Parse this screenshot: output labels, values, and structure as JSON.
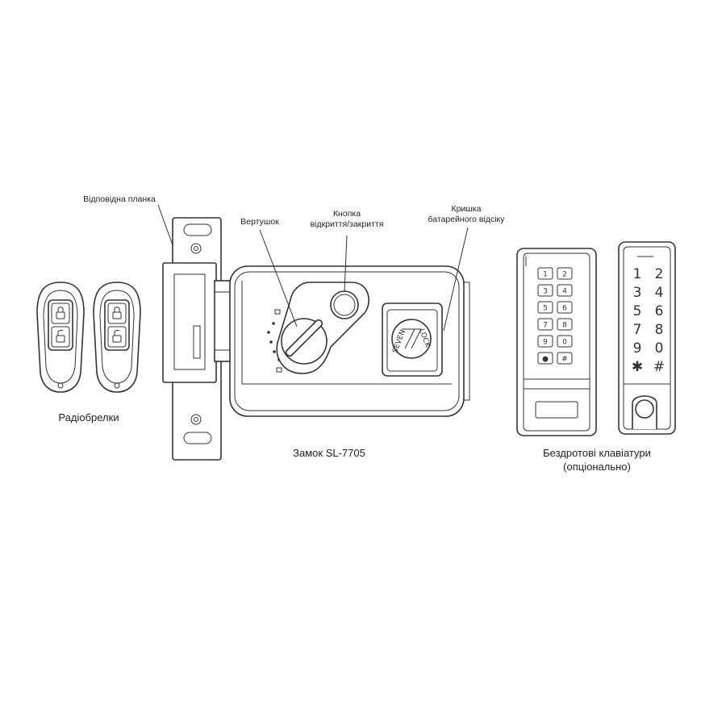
{
  "labels": {
    "strike_plate": "Відповідна планка",
    "knob": "Вертушок",
    "button_line1": "Кнопка",
    "button_line2": "відкриття/закриття",
    "battery_line1": "Кришка",
    "battery_line2": "батарейного відсіку",
    "remotes": "Радіобрелки",
    "lock": "Замок SL-7705",
    "keypads_line1": "Бездротові  клавіатури",
    "keypads_line2": "(опціонально)"
  },
  "logo": {
    "line1": "SEVEN",
    "line2": "LOCK"
  },
  "keypad_small": {
    "keys": [
      "1",
      "2",
      "3",
      "4",
      "5",
      "6",
      "7",
      "8",
      "9",
      "0",
      "●",
      "#"
    ]
  },
  "keypad_large": {
    "keys": [
      "1",
      "2",
      "3",
      "4",
      "5",
      "6",
      "7",
      "8",
      "9",
      "0",
      "✱",
      "#"
    ]
  }
}
